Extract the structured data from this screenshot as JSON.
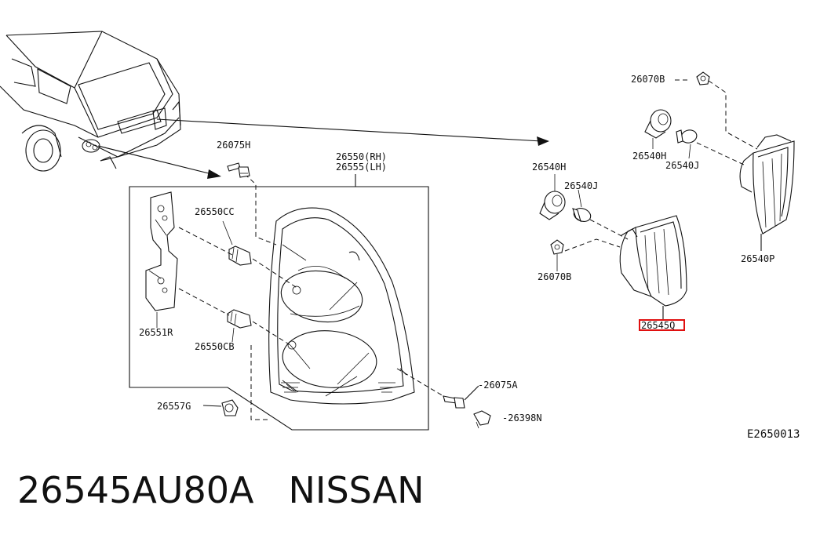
{
  "labels": {
    "p26070B_top": "26070B",
    "p26540H_top": "26540H",
    "p26540J_top": "26540J",
    "p26540P": "26540P",
    "p26075H": "26075H",
    "p26550": "26550(RH)",
    "p26555": "26555(LH)",
    "p26540H_mid": "26540H",
    "p26540J_mid": "26540J",
    "p26550CC": "26550CC",
    "p26070B_mid": "26070B",
    "p26545Q": "26545Q",
    "p26551R": "26551R",
    "p26550CB": "26550CB",
    "p26075A": "-26075A",
    "p26557G": "26557G",
    "p26398N": "-26398N",
    "diagram_code": "E2650013"
  },
  "footer": {
    "part_number": "26545AU80A",
    "brand": "NISSAN"
  },
  "colors": {
    "line": "#111111",
    "highlight": "#e01010"
  }
}
